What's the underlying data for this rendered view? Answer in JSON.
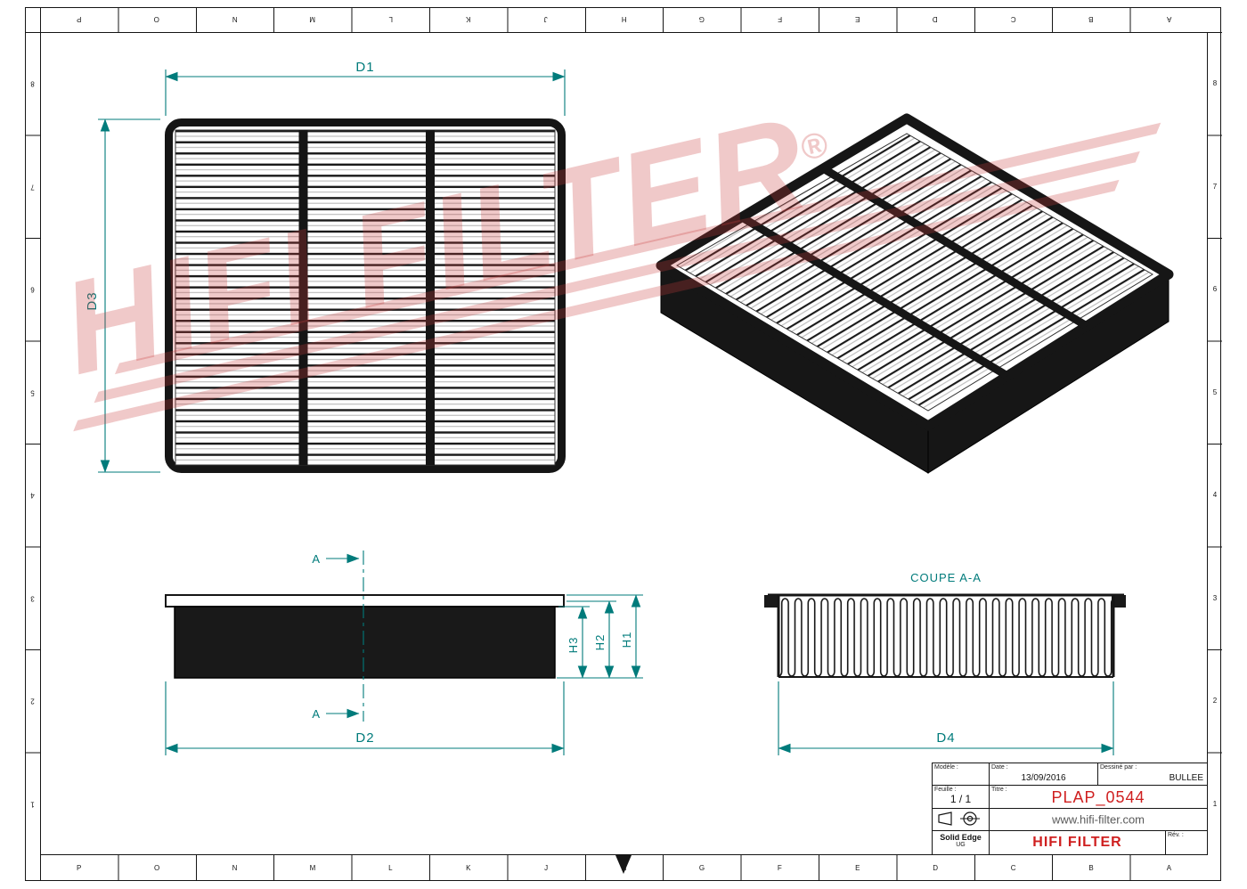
{
  "grid": {
    "letters": [
      "P",
      "O",
      "N",
      "M",
      "L",
      "K",
      "J",
      "H",
      "G",
      "F",
      "E",
      "D",
      "C",
      "B",
      "A"
    ],
    "numbers": [
      "8",
      "7",
      "6",
      "5",
      "4",
      "3",
      "2",
      "1"
    ]
  },
  "views": {
    "top": {
      "d1": "D1",
      "d3": "D3"
    },
    "side": {
      "d2": "D2",
      "h1": "H1",
      "h2": "H2",
      "h3": "H3",
      "cut_letter": "A"
    },
    "section": {
      "label": "COUPE A-A",
      "d4": "D4"
    }
  },
  "title_block": {
    "model_label": "Modèle :",
    "date_label": "Date :",
    "date_value": "13/09/2016",
    "drawn_label": "Dessiné par :",
    "drawn_value": "BULLEE",
    "sheet_label": "Feuille :",
    "sheet_value": "1 / 1",
    "title_label": "Titre :",
    "title_value": "PLAP_0544",
    "website": "www.hifi-filter.com",
    "cad": "Solid Edge",
    "cad_sub": "UG",
    "brand": "HIFI FILTER",
    "rev_label": "Rév. :"
  },
  "watermark": {
    "text": "HIFI FILTER",
    "reg": "®"
  },
  "colors": {
    "dimension_teal": "#007b7b",
    "accent_red": "#cf1f1f",
    "line_black": "#151515",
    "watermark_pink": "rgba(200,60,60,0.28)"
  }
}
